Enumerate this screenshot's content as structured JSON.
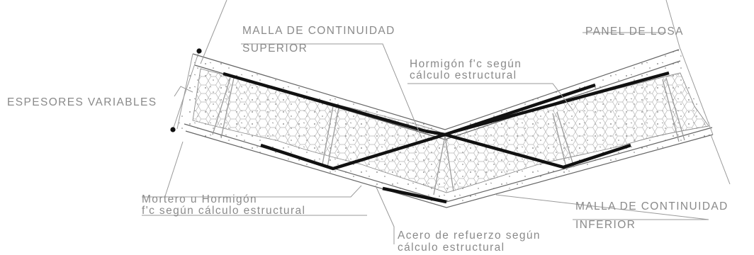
{
  "labels": {
    "malla_superior": [
      "MALLA DE CONTINUIDAD",
      "SUPERIOR"
    ],
    "panel_losa": "PANEL DE LOSA",
    "hormigon": [
      "Hormigón f'c según",
      "cálculo estructural"
    ],
    "espesores": "ESPESORES VARIABLES",
    "mortero": [
      "Mortero u Hormigón",
      "f'c según cálculo estructural"
    ],
    "malla_inferior": [
      "MALLA DE CONTINUIDAD",
      "INFERIOR"
    ],
    "acero": [
      "Acero de refuerzo según",
      "cálculo estructural"
    ]
  }
}
